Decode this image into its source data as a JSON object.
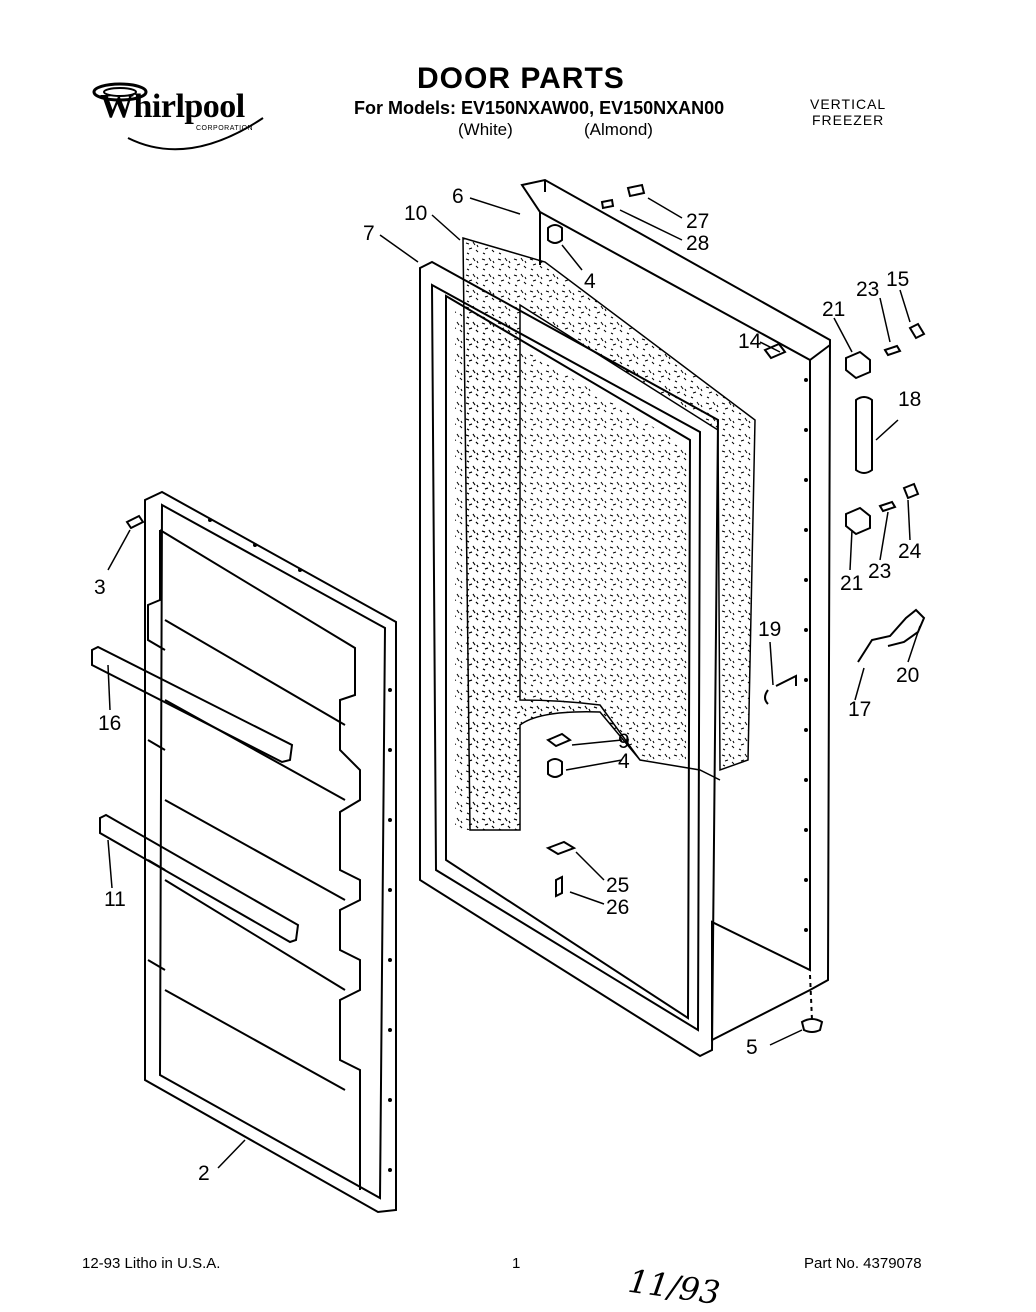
{
  "header": {
    "brand": "Whirlpool",
    "brand_sub": "CORPORATION",
    "title": "DOOR PARTS",
    "models_line": "For Models: EV150NXAW00, EV150NXAN00",
    "variant_white": "(White)",
    "variant_almond": "(Almond)",
    "appliance_type_line1": "VERTICAL",
    "appliance_type_line2": "FREEZER"
  },
  "callouts": [
    "6",
    "10",
    "7",
    "27",
    "28",
    "4",
    "23",
    "15",
    "21",
    "14",
    "18",
    "3",
    "24",
    "23",
    "21",
    "19",
    "20",
    "16",
    "17",
    "9",
    "4",
    "11",
    "25",
    "26",
    "5",
    "2"
  ],
  "footer": {
    "litho": "12-93 Litho in U.S.A.",
    "page": "1",
    "part_number": "Part No. 4379078",
    "handwritten_date": "11/93"
  }
}
